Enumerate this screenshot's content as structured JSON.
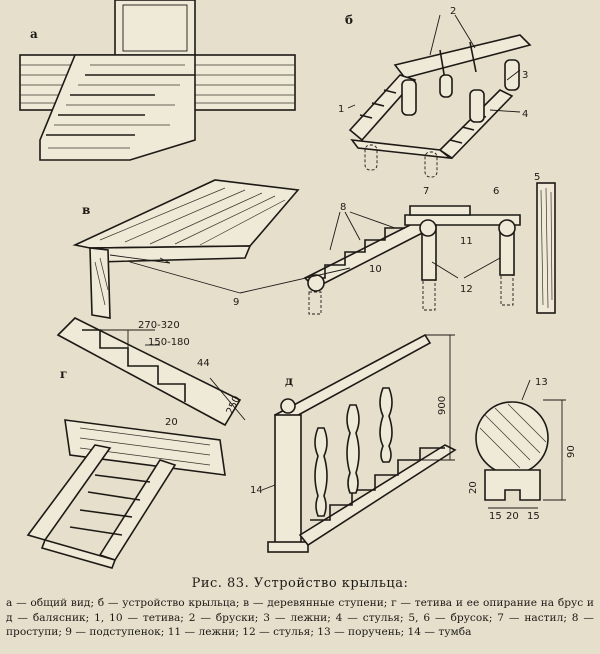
{
  "panel_labels": {
    "a": "а",
    "b": "б",
    "v": "в",
    "g": "г",
    "d": "д"
  },
  "dimensions": {
    "riser_range": "150-180",
    "tread_range": "270-320",
    "d44": "44",
    "d250": "250",
    "d20": "20",
    "d900": "900",
    "d90": "90",
    "d20b": "20",
    "d15a": "15",
    "d20c": "20",
    "d15b": "15"
  },
  "callouts": {
    "n1": "1",
    "n2": "2",
    "n3": "3",
    "n4": "4",
    "n5": "5",
    "n6": "6",
    "n7": "7",
    "n8": "8",
    "n9": "9",
    "n10": "10",
    "n11": "11",
    "n12": "12",
    "n13": "13",
    "n14": "14"
  },
  "caption": "Рис. 83. Устройство крыльца:",
  "legend": "а — общий вид; б — устройство крыльца; в — деревянные ступени; г — тетива и ее опирание на брус и д — балясник; 1, 10 — тетива; 2 — бруски; 3 — лежни; 4 — стулья; 5, 6 — брусок; 7 — настил; 8 — проступи; 9 — подступенок; 11 — лежни; 12 — стулья; 13 — поручень; 14 — тумба"
}
